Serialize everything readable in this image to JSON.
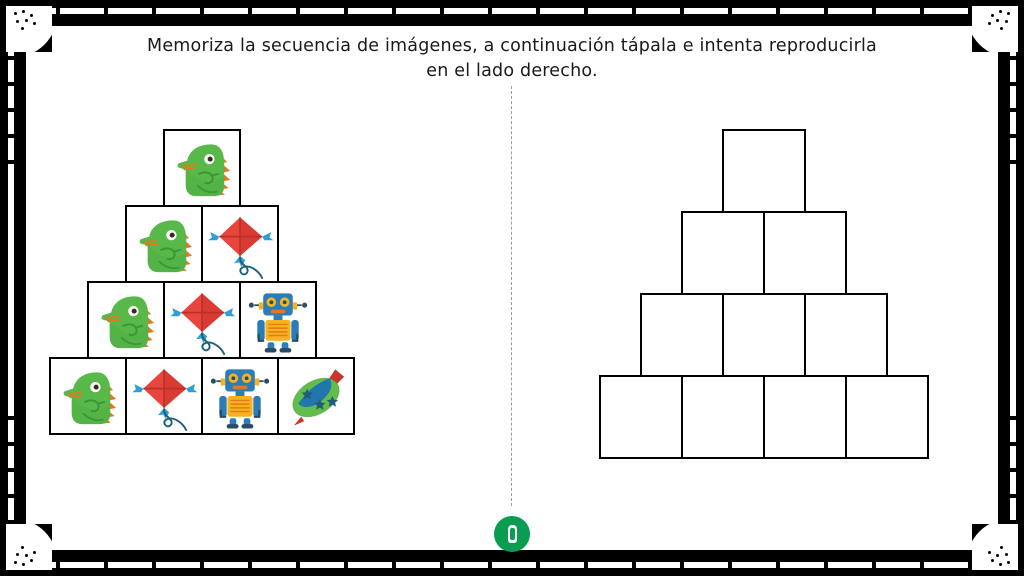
{
  "page": {
    "instruction_line1": "Memoriza la secuencia de imágenes, a continuación tápala e intenta reproducirla",
    "instruction_line2": "en el lado derecho."
  },
  "colors": {
    "frame": "#000000",
    "page_background": "#ffffff",
    "divider": "#9b9b9b",
    "badge": "#0a9d52",
    "dino_body": "#58b84a",
    "dino_spike": "#e8761c",
    "kite_body": "#e8453c",
    "kite_bow": "#2e9fd4",
    "kite_tail": "#1d5f7a",
    "robot_blue": "#2b7cb8",
    "robot_yellow": "#f5b41d",
    "robot_orange": "#e8761c",
    "top_green": "#62bd4a",
    "top_blue": "#2176ae",
    "top_handle": "#c9342c"
  },
  "divider": {
    "style": "dashed-vertical",
    "badge_icon": "brand-badge-icon"
  },
  "pyramid_left": {
    "title": "sequence-to-memorize",
    "rows": [
      {
        "cells": [
          {
            "icon": "dinosaur-icon"
          }
        ]
      },
      {
        "cells": [
          {
            "icon": "dinosaur-icon"
          },
          {
            "icon": "kite-icon"
          }
        ]
      },
      {
        "cells": [
          {
            "icon": "dinosaur-icon"
          },
          {
            "icon": "kite-icon"
          },
          {
            "icon": "robot-icon"
          }
        ]
      },
      {
        "cells": [
          {
            "icon": "dinosaur-icon"
          },
          {
            "icon": "kite-icon"
          },
          {
            "icon": "robot-icon"
          },
          {
            "icon": "spinning-top-icon"
          }
        ]
      }
    ]
  },
  "pyramid_right": {
    "title": "answer-pyramid-empty",
    "rows": [
      {
        "cells": [
          {
            "icon": ""
          }
        ]
      },
      {
        "cells": [
          {
            "icon": ""
          },
          {
            "icon": ""
          }
        ]
      },
      {
        "cells": [
          {
            "icon": ""
          },
          {
            "icon": ""
          },
          {
            "icon": ""
          }
        ]
      },
      {
        "cells": [
          {
            "icon": ""
          },
          {
            "icon": ""
          },
          {
            "icon": ""
          },
          {
            "icon": ""
          }
        ]
      }
    ]
  },
  "frame": {
    "corners": [
      "corner-top-left",
      "corner-top-right",
      "corner-bottom-left",
      "corner-bottom-right"
    ]
  }
}
